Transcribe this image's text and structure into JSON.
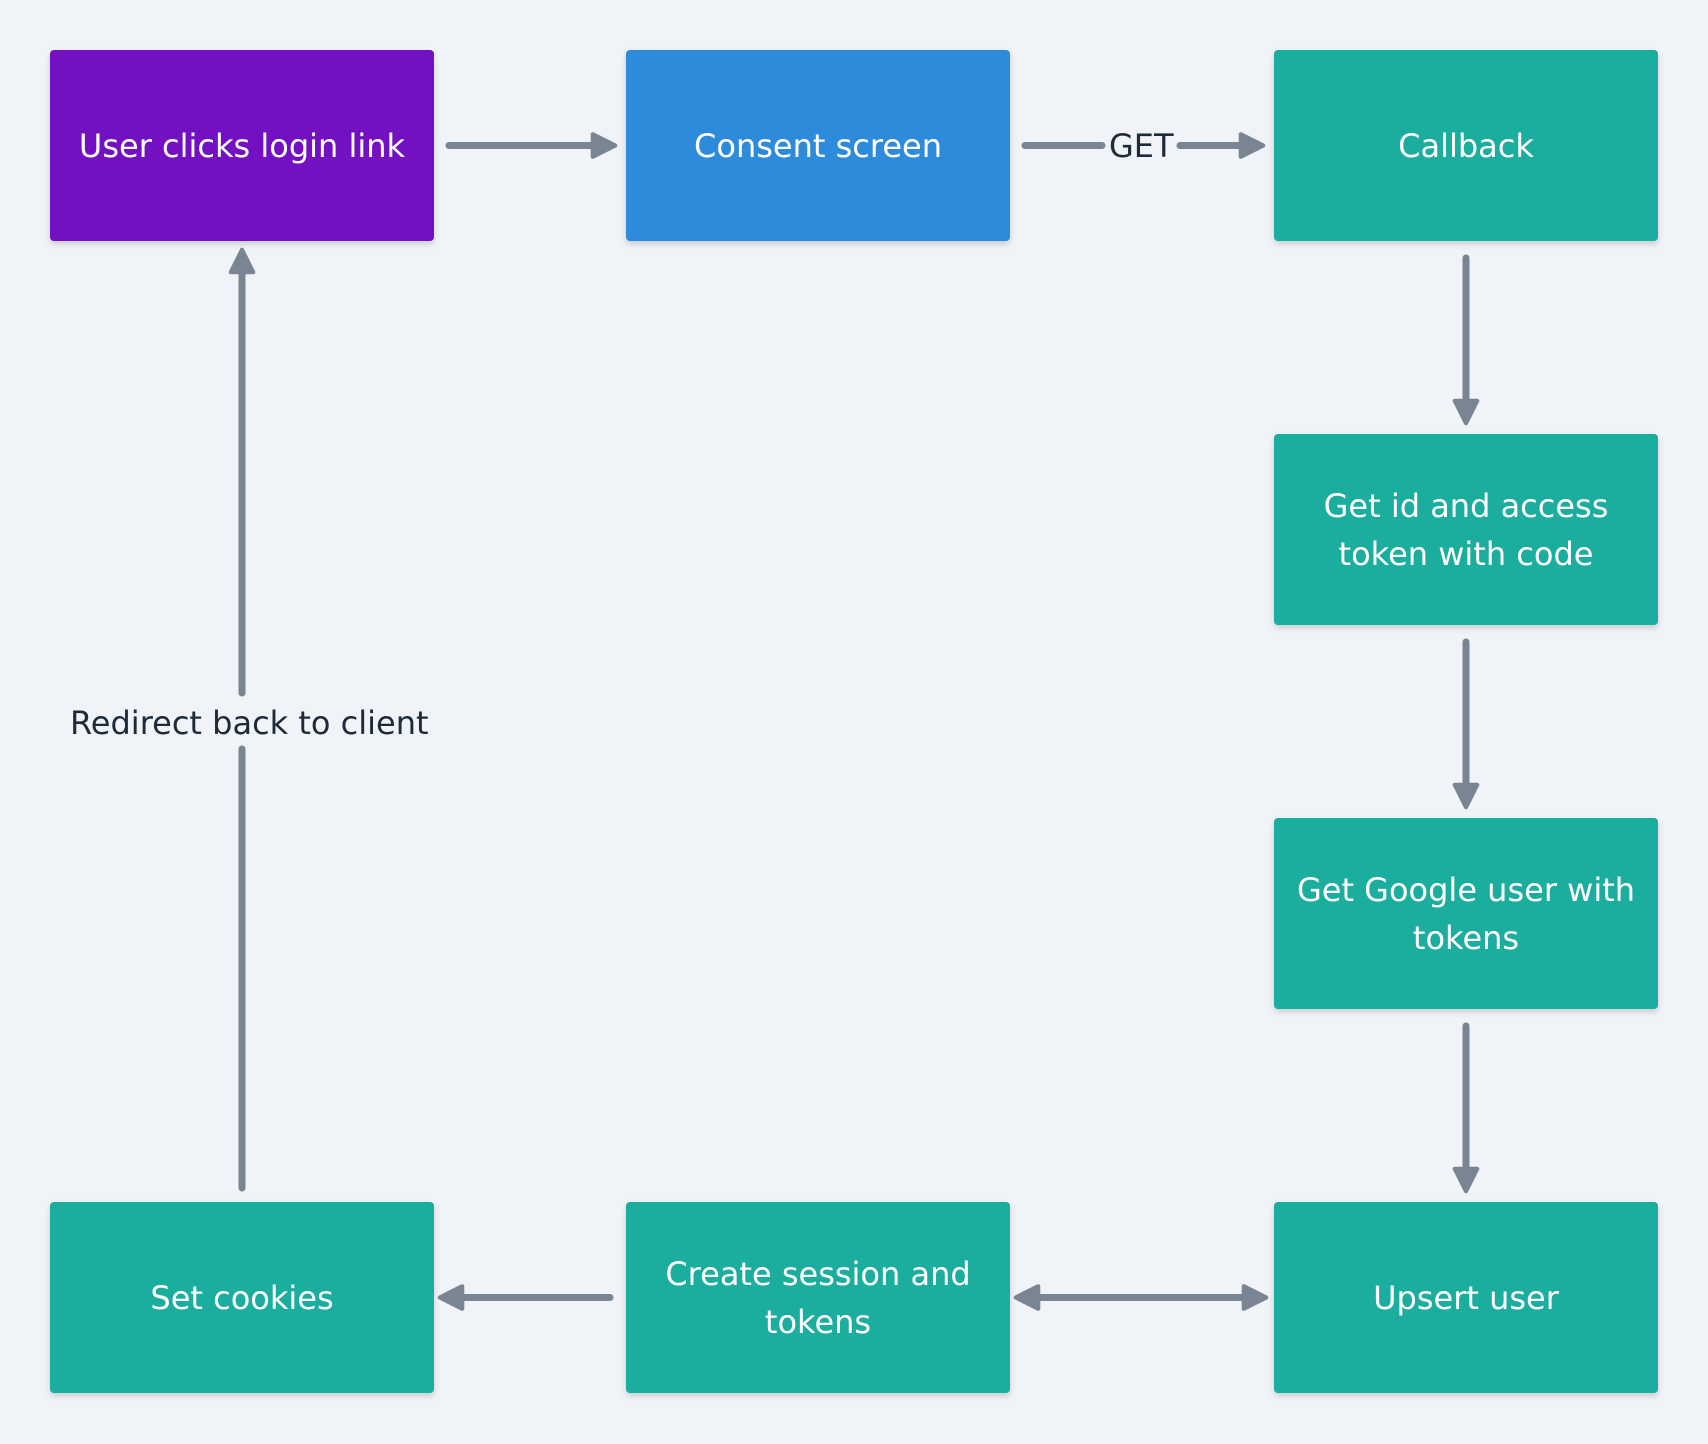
{
  "colors": {
    "background": "#f0f3f7",
    "start_node": "#7210c2",
    "consent_node": "#2e8bdb",
    "process_node": "#1bae9e",
    "edge": "#7a8593",
    "label_text": "#1e2a3a"
  },
  "nodes": {
    "login": "User clicks login link",
    "consent": "Consent screen",
    "callback": "Callback",
    "get_tokens": "Get id and access token with code",
    "get_user": "Get Google user with tokens",
    "upsert": "Upsert user",
    "create_session": "Create session and tokens",
    "set_cookies": "Set cookies"
  },
  "edge_labels": {
    "consent_to_callback": "GET",
    "cookies_to_login": "Redirect back to client"
  }
}
